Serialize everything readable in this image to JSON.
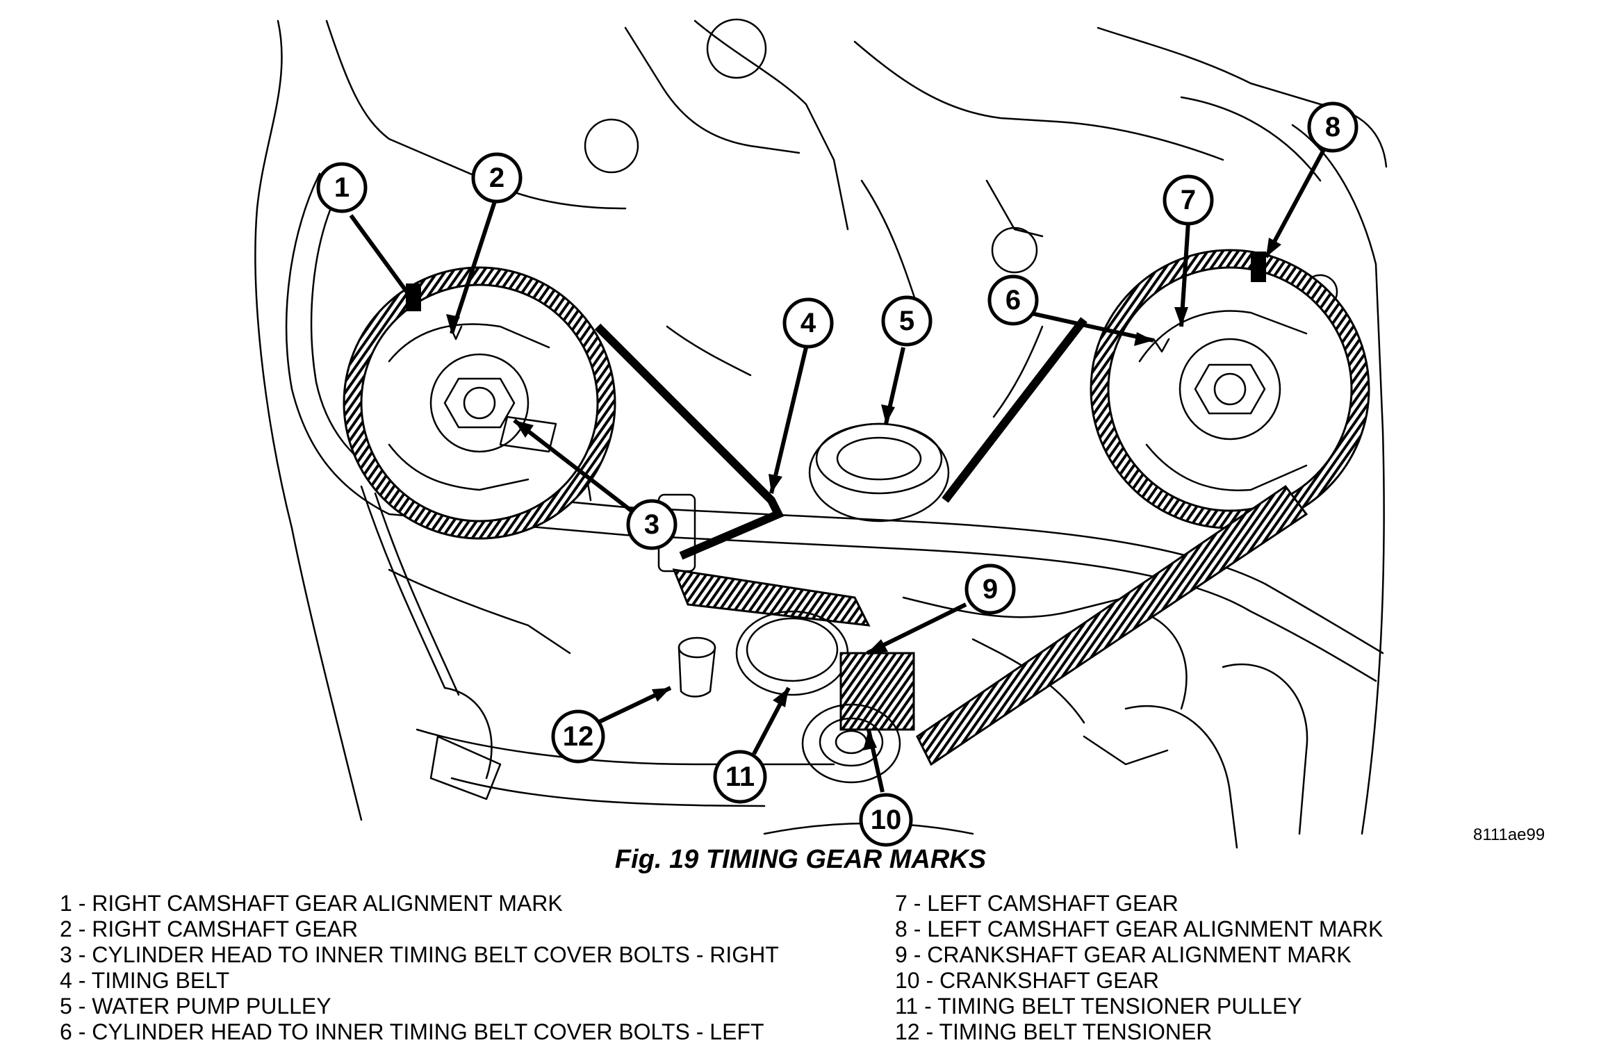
{
  "figure": {
    "ref_code": "8111ae99",
    "caption": "Fig. 19 TIMING GEAR MARKS",
    "callout_numbers": [
      "1",
      "2",
      "3",
      "4",
      "5",
      "6",
      "7",
      "8",
      "9",
      "10",
      "11",
      "12"
    ]
  },
  "legend": {
    "left": [
      "1 - RIGHT CAMSHAFT GEAR ALIGNMENT MARK",
      "2 - RIGHT CAMSHAFT GEAR",
      "3 - CYLINDER HEAD TO INNER TIMING BELT COVER BOLTS - RIGHT",
      "4 - TIMING BELT",
      "5 - WATER PUMP PULLEY",
      "6 - CYLINDER HEAD TO INNER TIMING BELT COVER BOLTS - LEFT"
    ],
    "right": [
      "7 - LEFT CAMSHAFT GEAR",
      "8 - LEFT CAMSHAFT GEAR ALIGNMENT MARK",
      "9 - CRANKSHAFT GEAR ALIGNMENT MARK",
      "10 - CRANKSHAFT GEAR",
      "11 - TIMING BELT TENSIONER PULLEY",
      "12 - TIMING BELT TENSIONER"
    ]
  }
}
